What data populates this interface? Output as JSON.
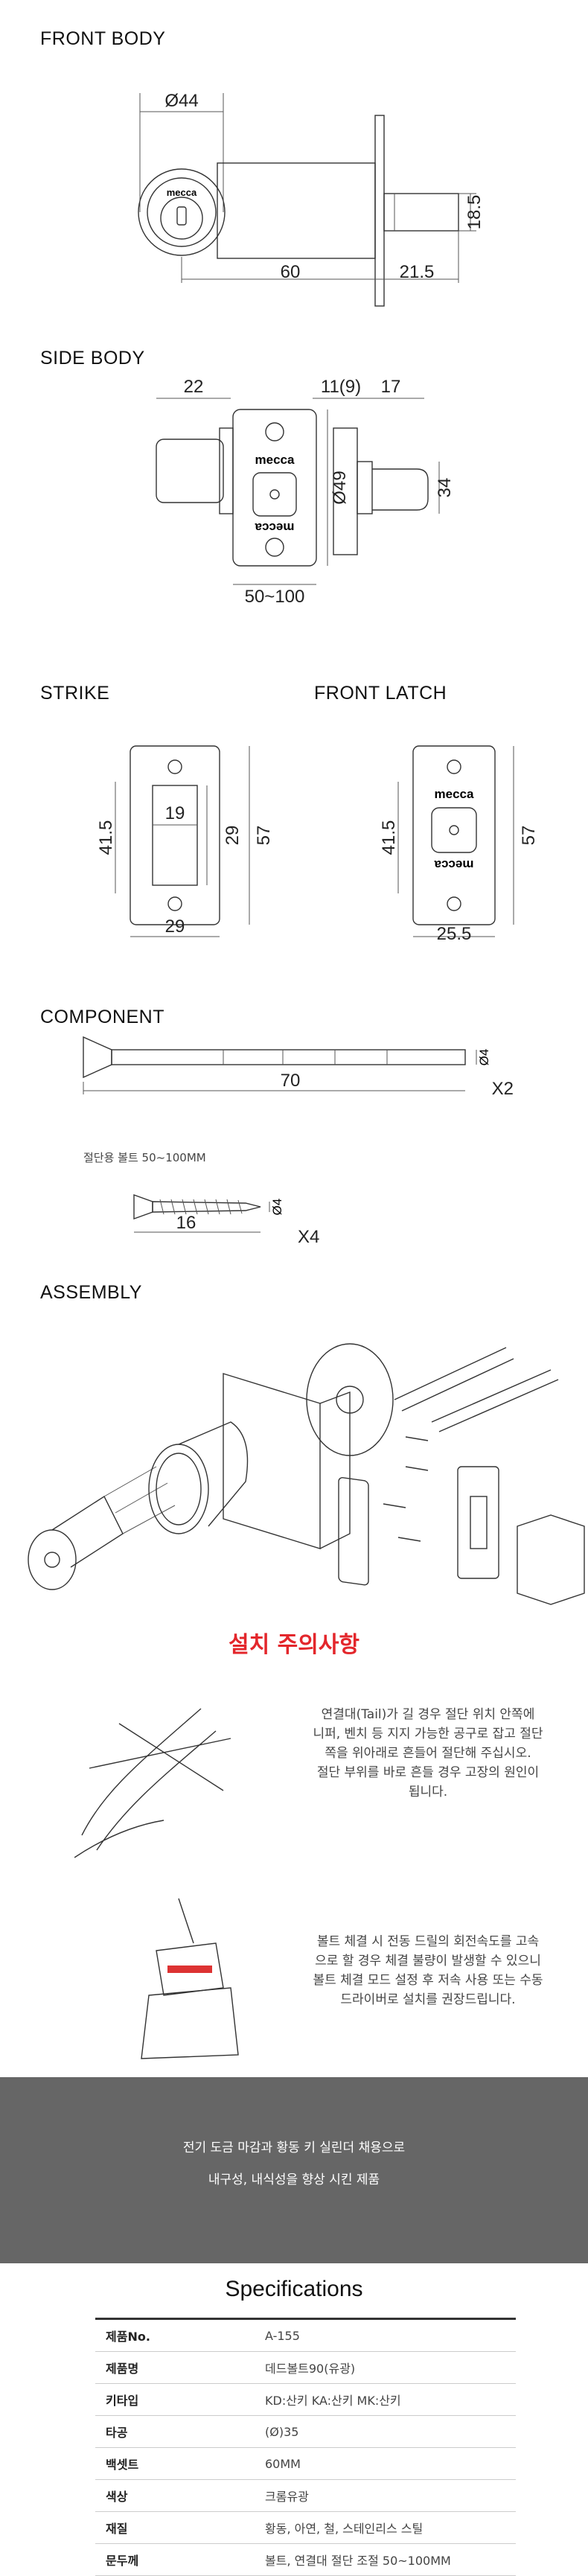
{
  "sections": {
    "front_body": "FRONT BODY",
    "side_body": "SIDE BODY",
    "strike": "STRIKE",
    "front_latch": "FRONT LATCH",
    "component": "COMPONENT",
    "assembly": "ASSEMBLY"
  },
  "front_body_dims": {
    "dia": "Ø44",
    "length": "60",
    "depth": "21.5",
    "height": "18.5",
    "brand": "mecca"
  },
  "side_body_dims": {
    "width": "22",
    "plate": "11(9)",
    "bolt": "17",
    "dia": "Ø49",
    "height": "34",
    "range": "50~100",
    "brand": "mecca"
  },
  "strike_dims": {
    "h_outer": "41.5",
    "w_inner": "19",
    "h_inner": "29",
    "h_total": "57",
    "w_total": "29"
  },
  "latch_dims": {
    "h_outer": "41.5",
    "h_total": "57",
    "width": "25.5",
    "brand": "mecca"
  },
  "component": {
    "bolt_len": "70",
    "bolt_dia": "Ø4",
    "bolt_qty": "X2",
    "bolt_caption": "절단용 볼트 50~100MM",
    "screw_len": "16",
    "screw_dia": "Ø4",
    "screw_qty": "X4"
  },
  "warning": {
    "title": "설치 주의사항",
    "note1": [
      "연결대(Tail)가 길 경우 절단 위치 안쪽에",
      "니퍼, 벤치 등 지지 가능한 공구로 잡고 절단",
      "쪽을 위아래로 흔들어 절단해 주십시오.",
      "절단 부위를 바로 흔들 경우 고장의 원인이",
      "됩니다."
    ],
    "note2": [
      "볼트 체결 시 전동 드릴의 회전속도를 고속",
      "으로 할 경우 체결 불량이 발생할 수 있으니",
      "볼트 체결 모드 설정 후 저속 사용 또는 수동",
      "드라이버로 설치를 권장드립니다."
    ]
  },
  "banner": {
    "line1": "전기 도금 마감과 황동 키 실린더 채용으로",
    "line2": "내구성, 내식성을 향상 시킨 제품"
  },
  "specifications": {
    "title": "Specifications",
    "rows": [
      {
        "label": "제품No.",
        "value": "A-155"
      },
      {
        "label": "제품명",
        "value": "데드볼트90(유광)"
      },
      {
        "label": "키타입",
        "value": "KD:산키 KA:산키 MK:산키"
      },
      {
        "label": "타공",
        "value": "(Ø)35"
      },
      {
        "label": "백셋트",
        "value": "60MM"
      },
      {
        "label": "색상",
        "value": "크롬유광"
      },
      {
        "label": "재질",
        "value": "황동, 아연, 철, 스테인리스 스틸"
      },
      {
        "label": "문두께",
        "value": "볼트, 연결대 절단 조절 50~100MM"
      }
    ]
  }
}
